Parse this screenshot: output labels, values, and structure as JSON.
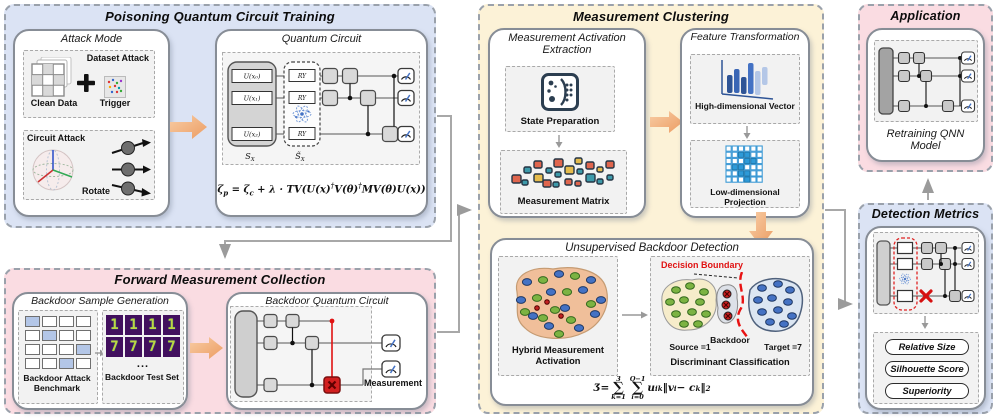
{
  "colors": {
    "section_blue": "#dbe3f4",
    "section_pink": "#fadce2",
    "section_yellow": "#fcf2d7",
    "arrow_orange": "#efa266",
    "accent_red": "#e01212",
    "gate_gray": "#d6d6d6",
    "cluster_green": "#7cb342",
    "cluster_blue": "#4472c4"
  },
  "poisoning": {
    "title": "Poisoning Quantum Circuit Training",
    "attack_mode": {
      "title": "Attack Mode",
      "dataset_attack_label": "Dataset Attack",
      "clean_data_label": "Clean Data",
      "trigger_label": "Trigger",
      "circuit_attack_label": "Circuit Attack",
      "rotate_label": "Rotate"
    },
    "quantum_circuit": {
      "title": "Quantum Circuit",
      "gate_u0": "U(x₀)",
      "gate_u1": "U(x₁)",
      "gate_u2": "U(x₂)",
      "gate_ry1": "RY",
      "gate_ry2": "RY",
      "gate_ry3": "RY",
      "label_s": "S",
      "label_s_sub": "X",
      "label_s_tilde": "S̃",
      "label_s_tilde_sub": "X",
      "equation": {
        "p1": "ζ",
        "s1": "p",
        "p2": " = ζ",
        "s2": "c",
        "p3": " + λ · TV(U(x)",
        "u1": "†",
        "p4": "V(θ)",
        "u2": "†",
        "p5": "MV(θ)U(x))"
      }
    }
  },
  "forward": {
    "title": "Forward Measurement Collection",
    "sample_generation": {
      "title": "Backdoor Sample Generation",
      "benchmark_label": "Backdoor Attack Benchmark",
      "test_set_label": "Backdoor Test Set",
      "ellipsis": "...",
      "digit_row_1": [
        "1",
        "1",
        "1",
        "1"
      ],
      "digit_row_2": [
        "7",
        "7",
        "7",
        "7"
      ]
    },
    "backdoor_circuit": {
      "title": "Backdoor Quantum Circuit",
      "measurement_label": "Measurement"
    }
  },
  "clustering": {
    "title": "Measurement Clustering",
    "extraction": {
      "title": "Measurement Activation Extraction",
      "state_preparation_label": "State Preparation",
      "measurement_matrix_label": "Measurement Matrix"
    },
    "transformation": {
      "title": "Feature Transformation",
      "high_dim_label": "High-dimensional Vector",
      "low_dim_label": "Low-dimensional Projection"
    },
    "detection": {
      "title": "Unsupervised Backdoor Detection",
      "hybrid_label": "Hybrid Measurement Activation",
      "decision_boundary_label": "Decision Boundary",
      "source_label": "Source =1",
      "backdoor_label": "Backdoor",
      "target_label": "Target =7",
      "discriminant_label": "Discriminant Classification",
      "equation": {
        "j": "Ʒ",
        "eq": " = ",
        "sum1_top": "3",
        "sum1_sig": "∑",
        "sum1_bot": "k=1",
        "sum2_top": "Q−1",
        "sum2_sig": "∑",
        "sum2_bot": "i=0",
        "t1": "u",
        "s1": "ik",
        "t2": "‖v",
        "s2": "i",
        "t3": " − c",
        "s3": "k",
        "t4": "‖",
        "u4": "2"
      }
    }
  },
  "application": {
    "title": "Application",
    "model_label": "Retraining QNN Model"
  },
  "metrics": {
    "title": "Detection Metrics",
    "items": [
      "Relative Size",
      "Silhouette Score",
      "Superiority"
    ]
  }
}
